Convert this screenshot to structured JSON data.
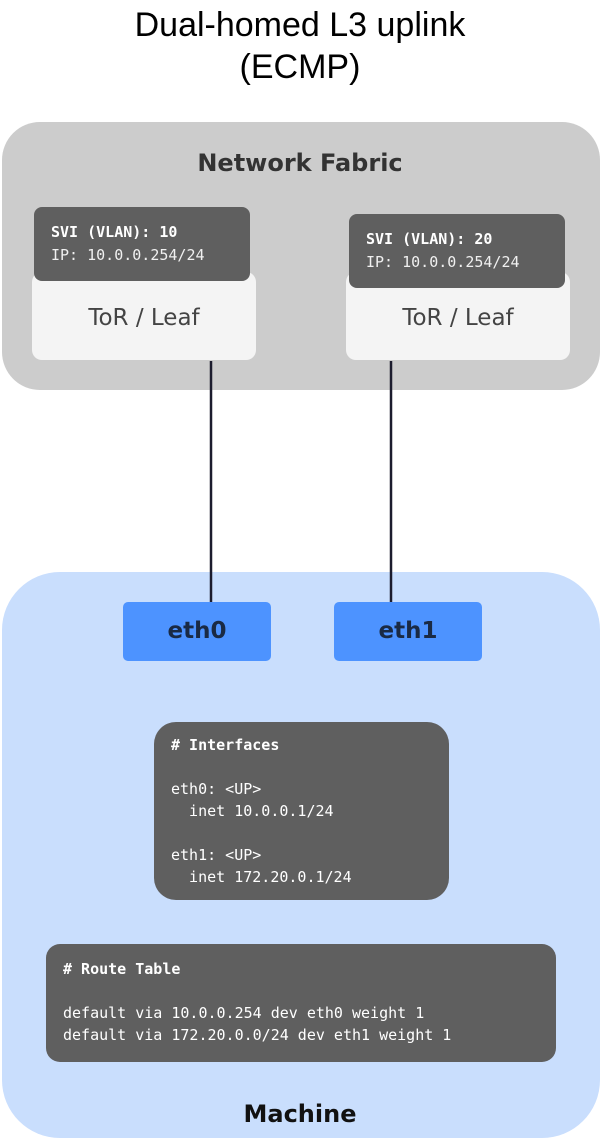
{
  "title": {
    "line1": "Dual-homed L3 uplink",
    "line2": "(ECMP)"
  },
  "fabric": {
    "label": "Network Fabric",
    "tors": [
      {
        "label": "ToR / Leaf",
        "svi_line1": "SVI (VLAN): 10",
        "svi_line2": "IP: 10.0.0.254/24"
      },
      {
        "label": "ToR / Leaf",
        "svi_line1": "SVI (VLAN): 20",
        "svi_line2": "IP: 10.0.0.254/24"
      }
    ]
  },
  "machine": {
    "label": "Machine",
    "eth0": "eth0",
    "eth1": "eth1",
    "interfaces": {
      "header": "# Interfaces",
      "eth0_state": "eth0: <UP>",
      "eth0_inet": "  inet 10.0.0.1/24",
      "eth1_state": "eth1: <UP>",
      "eth1_inet": "  inet 172.20.0.1/24"
    },
    "routes": {
      "header": "# Route Table",
      "route1": "default via 10.0.0.254 dev eth0 weight 1",
      "route2": "default via 172.20.0.0/24 dev eth1 weight 1"
    }
  },
  "colors": {
    "fabric_bg": "#cccccc",
    "machine_bg": "#c9defd",
    "interface_button": "#4d93ff",
    "code_block": "#5f5f5f",
    "link_line": "#1c1c2e"
  }
}
